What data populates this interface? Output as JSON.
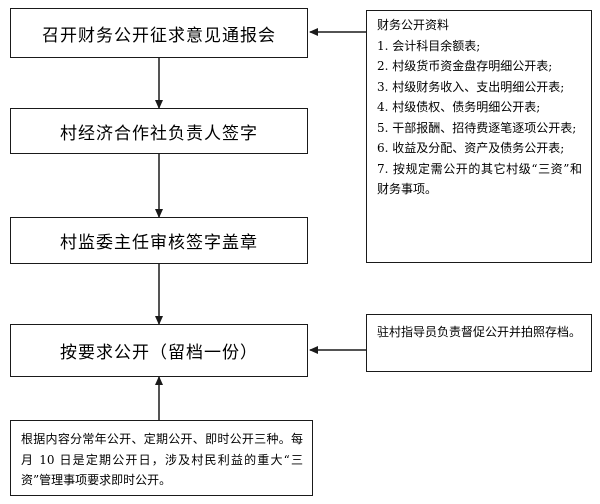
{
  "flowchart": {
    "steps": [
      "召开财务公开征求意见通报会",
      "村经济合作社负责人签字",
      "村监委主任审核签字盖章",
      "按要求公开（留档一份）"
    ],
    "materials": {
      "title": "财务公开资料",
      "items": [
        "1. 会计科目余额表;",
        "2. 村级货币资金盘存明细公开表;",
        "3. 村级财务收入、支出明细公开表;",
        "4. 村级债权、债务明细公开表;",
        "5. 干部报酬、招待费逐笔逐项公开表;",
        "6. 收益及分配、资产及债务公开表;",
        "7. 按规定需公开的其它村级“三资”和财务事项。"
      ]
    },
    "supervision_note": "驻村指导员负责督促公开并拍照存档。",
    "bottom_note": "根据内容分常年公开、定期公开、即时公开三种。每月 10 日是定期公开日，涉及村民利益的重大“三资”管理事项要求即时公开。"
  }
}
